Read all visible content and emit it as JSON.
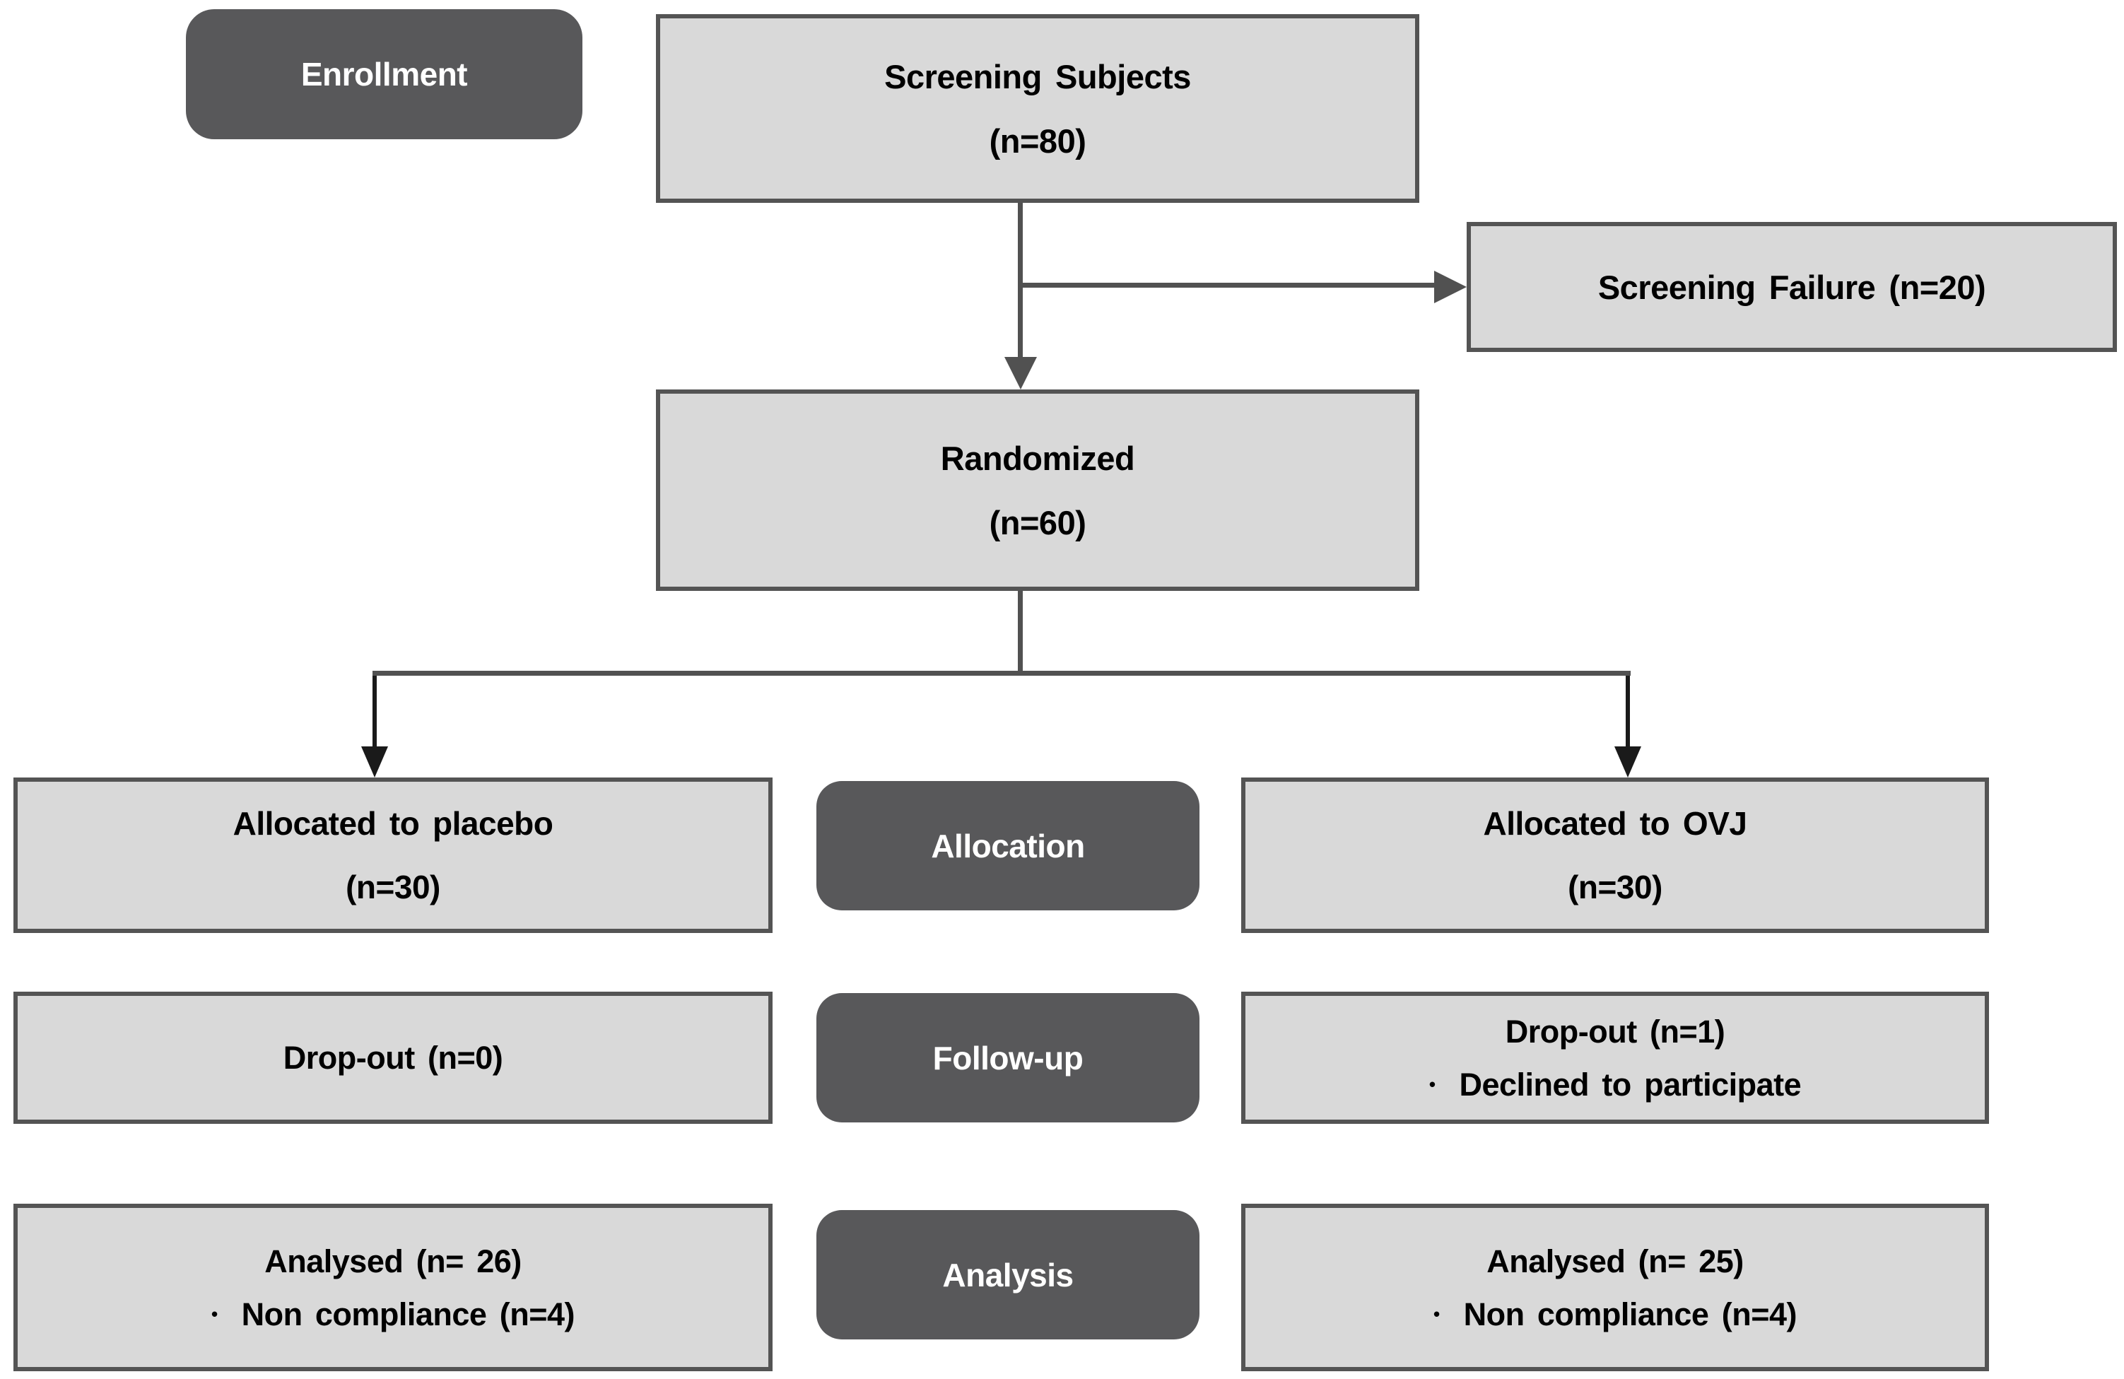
{
  "stages": {
    "enrollment": "Enrollment",
    "allocation": "Allocation",
    "follow_up": "Follow-up",
    "analysis": "Analysis"
  },
  "nodes": {
    "screening": {
      "title": "Screening Subjects",
      "n": "(n=80)"
    },
    "screening_failure": {
      "label": "Screening Failure (n=20)"
    },
    "randomized": {
      "title": "Randomized",
      "n": "(n=60)"
    },
    "allocated_placebo": {
      "title": "Allocated to placebo",
      "n": "(n=30)"
    },
    "allocated_ovj": {
      "title": "Allocated to OVJ",
      "n": "(n=30)"
    },
    "dropout_placebo": {
      "label": "Drop-out (n=0)"
    },
    "dropout_ovj": {
      "title": "Drop-out (n=1)",
      "bullet": "Declined to participate"
    },
    "analysed_placebo": {
      "title": "Analysed (n= 26)",
      "bullet": "Non compliance (n=4)"
    },
    "analysed_ovj": {
      "title": "Analysed (n= 25)",
      "bullet": "Non compliance (n=4)"
    }
  },
  "bullet_glyph": "•",
  "colors": {
    "dark-fill": "#58585A",
    "dark-text": "#FFFFFF",
    "light-fill": "#D9D9D9",
    "box-border": "#545454",
    "line": "#515151",
    "arrow-dark": "#1A1A1A",
    "text": "#000000",
    "background": "#FFFFFF"
  }
}
